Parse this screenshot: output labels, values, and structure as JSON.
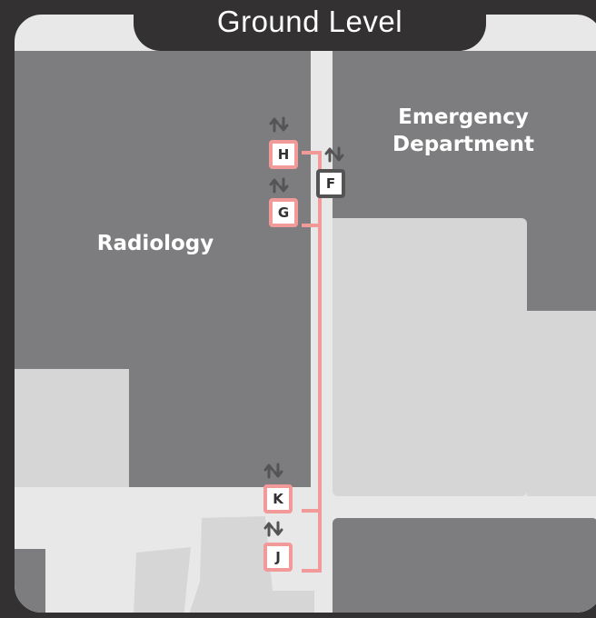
{
  "header": {
    "title": "Ground Level"
  },
  "areas": {
    "emergency": {
      "line1": "Emergency",
      "line2": "Department"
    },
    "radiology": {
      "label": "Radiology"
    }
  },
  "elevators": [
    {
      "id": "H",
      "label": "H",
      "on_route": true
    },
    {
      "id": "G",
      "label": "G",
      "on_route": true
    },
    {
      "id": "F",
      "label": "F",
      "on_route": false
    },
    {
      "id": "K",
      "label": "K",
      "on_route": true
    },
    {
      "id": "J",
      "label": "J",
      "on_route": true
    }
  ],
  "icons": {
    "elevator": "elevator-up-down-icon"
  },
  "colors": {
    "route": "#f29a9a",
    "building_dark": "#7d7d7f",
    "building_light": "#d6d6d7",
    "corridor": "#e8e8e9",
    "frame": "#333132"
  }
}
